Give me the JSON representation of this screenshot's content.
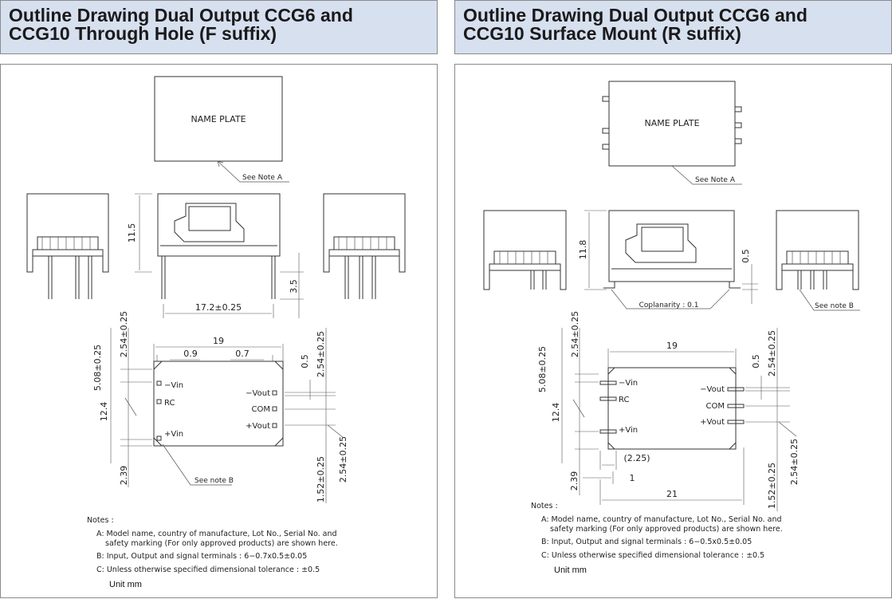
{
  "left": {
    "title": "Outline Drawing Dual Output CCG6 and CCG10 Through Hole (F suffix)",
    "title_lines": [
      "Outline Drawing Dual Output CCG6 and",
      "CCG10 Through Hole (F suffix)"
    ],
    "name_plate": "NAME  PLATE",
    "see_note_a": "See  Note  A",
    "dim_height": "11.5",
    "dim_pin": "3.5",
    "dim_pin_span": "17.2±0.25",
    "dim_width": "19",
    "dim_09": "0.9",
    "dim_07": "0.7",
    "dim_05": "0.5",
    "dim_254a": "2.54±0.25",
    "dim_508": "5.08±0.25",
    "dim_254b": "2.54±0.25",
    "dim_124": "12.4",
    "dim_239": "2.39",
    "dim_152": "1.52±0.25",
    "dim_254c": "2.54±0.25",
    "pin_vin_neg": "−Vin",
    "pin_rc": "RC",
    "pin_vin_pos": "+Vin",
    "pin_vout_neg": "−Vout",
    "pin_com": "COM",
    "pin_vout_pos": "+Vout",
    "see_note_b": "See  note  B",
    "notes_heading": "Notes  :",
    "note_a1": "A:  Model  name,  country  of  manufacture,  Lot  No.,  Serial  No.  and",
    "note_a2": "safety  marking  (For  only  approved  products)  are  shown  here.",
    "note_b": "B:  Input,  Output  and  signal  terminals  :  6−0.7x0.5±0.05",
    "note_c": "C:  Unless  otherwise  specified  dimensional  tolerance  :  ±0.5",
    "unit": "Unit mm"
  },
  "right": {
    "title": "Outline Drawing Dual Output CCG6 and CCG10 Surface Mount (R suffix)",
    "title_lines": [
      "Outline Drawing Dual Output CCG6 and",
      "CCG10 Surface Mount (R suffix)"
    ],
    "name_plate": "NAME  PLATE",
    "see_note_a": "See  Note  A",
    "dim_height": "11.8",
    "dim_05_side": "0.5",
    "coplanarity": "Coplanarity  :  0.1",
    "see_note_b_top": "See  note  B",
    "dim_254a": "2.54±0.25",
    "dim_508": "5.08±0.25",
    "dim_width": "19",
    "dim_05": "0.5",
    "dim_254b": "2.54±0.25",
    "dim_124": "12.4",
    "dim_225": "(2.25)",
    "dim_1": "1",
    "dim_239": "2.39",
    "dim_21": "21",
    "dim_152": "1.52±0.25",
    "dim_254c": "2.54±0.25",
    "pin_vin_neg": "−Vin",
    "pin_rc": "RC",
    "pin_vin_pos": "+Vin",
    "pin_vout_neg": "−Vout",
    "pin_com": "COM",
    "pin_vout_pos": "+Vout",
    "notes_heading": "Notes  :",
    "note_a1": "A:  Model  name,  country  of  manufacture,  Lot  No.,  Serial  No.  and",
    "note_a2": "safety  marking  (For  only  approved  products)  are  shown  here.",
    "note_b": "B:  Input,  Output  and  signal  terminals  :  6−0.5x0.5±0.05",
    "note_c": "C:  Unless  otherwise  specified  dimensional  tolerance  :  ±0.5",
    "unit": "Unit mm"
  }
}
